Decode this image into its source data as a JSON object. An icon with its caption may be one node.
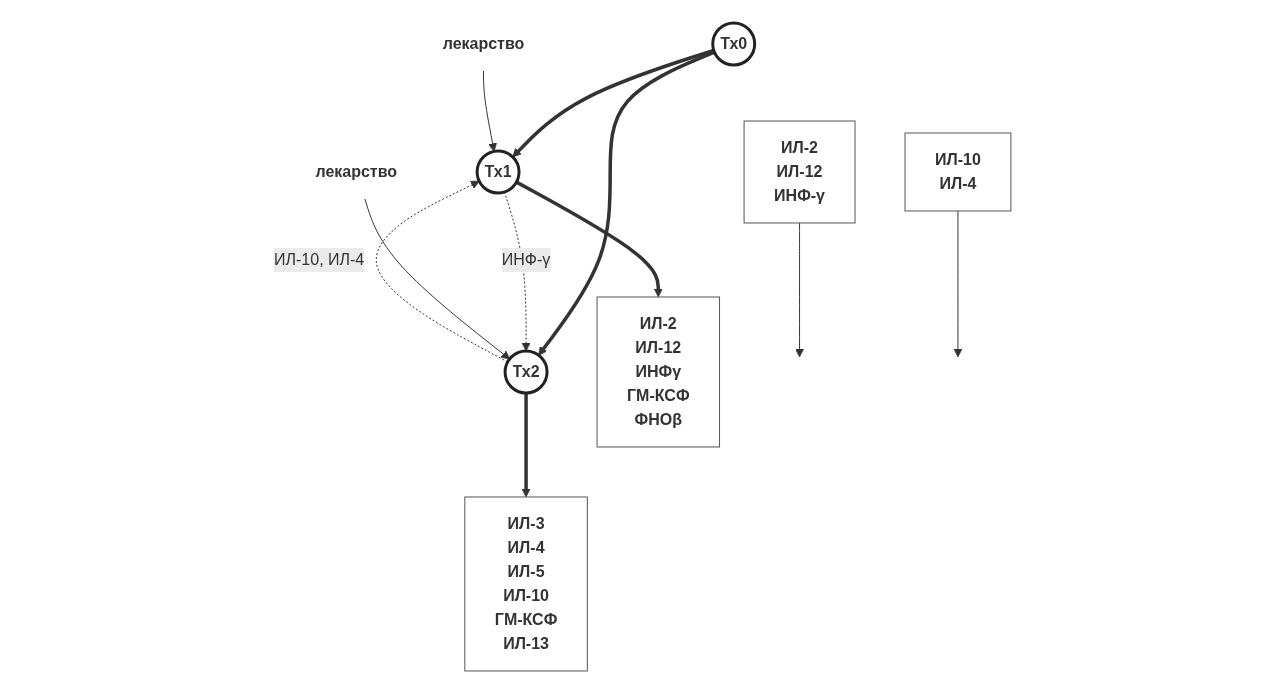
{
  "diagram": {
    "nodes": [
      {
        "text": [
          "Тх0"
        ]
      },
      {
        "text": [
          "Тх1"
        ]
      },
      {
        "text": [
          "Тх2"
        ]
      },
      {
        "text": [
          "ИЛ-2",
          "ИЛ-12",
          "ИНФ-γ"
        ]
      },
      {
        "text": [
          "ИЛ-10",
          "ИЛ-4"
        ]
      },
      {
        "text": [
          "лекарство"
        ]
      },
      {
        "text": [
          "лекарство"
        ]
      },
      {
        "text": [
          "ИЛ-2",
          "ИЛ-12",
          "ИНФγ",
          "ГМ-КСФ",
          "ФНОβ"
        ]
      },
      {
        "text": [
          "ИЛ-3",
          "ИЛ-4",
          "ИЛ-5",
          "ИЛ-10",
          "ГМ-КСФ",
          "ИЛ-13"
        ]
      }
    ],
    "edges": [
      {
        "from": 0,
        "to": 1,
        "arrow": "to",
        "style": "thick"
      },
      {
        "from": 0,
        "to": 2,
        "arrow": "to",
        "style": "thick"
      },
      {
        "from": 3,
        "to": null,
        "arrow": "to"
      },
      {
        "from": 4,
        "to": null,
        "arrow": "to"
      },
      {
        "from": 2,
        "to": 1,
        "arrow": "to",
        "style": "dashed",
        "label": "ИЛ-10, ИЛ-4"
      },
      {
        "from": 1,
        "to": 2,
        "arrow": "to",
        "style": "dashed",
        "label": "ИНФ-γ"
      },
      {
        "from": 5,
        "to": 1,
        "arrow": "to"
      },
      {
        "from": 6,
        "to": 2,
        "arrow": "to"
      },
      {
        "from": 1,
        "to": 7,
        "arrow": "to",
        "style": "thick"
      },
      {
        "from": 2,
        "to": 8,
        "arrow": "to",
        "style": "thick"
      }
    ]
  }
}
